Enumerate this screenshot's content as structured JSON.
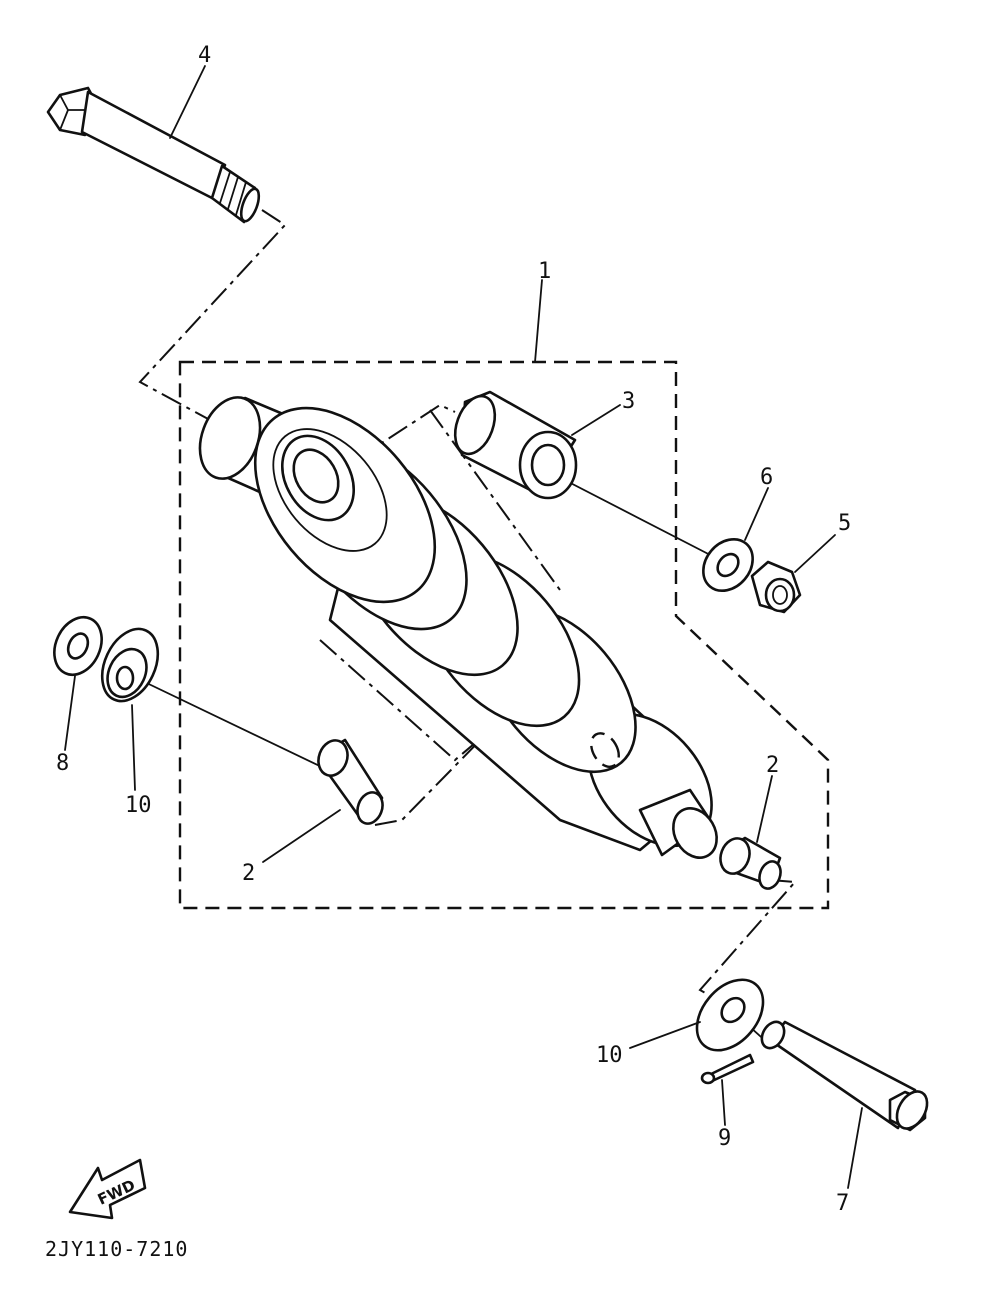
{
  "diagram": {
    "part_code": "2JY110-7210",
    "fwd_label": "FWD",
    "callouts": [
      {
        "id": "c1",
        "text": "1"
      },
      {
        "id": "c2a",
        "text": "2"
      },
      {
        "id": "c2b",
        "text": "2"
      },
      {
        "id": "c3",
        "text": "3"
      },
      {
        "id": "c4",
        "text": "4"
      },
      {
        "id": "c5",
        "text": "5"
      },
      {
        "id": "c6",
        "text": "6"
      },
      {
        "id": "c7",
        "text": "7"
      },
      {
        "id": "c8",
        "text": "8"
      },
      {
        "id": "c9",
        "text": "9"
      },
      {
        "id": "c10a",
        "text": "10"
      },
      {
        "id": "c10b",
        "text": "10"
      }
    ]
  }
}
